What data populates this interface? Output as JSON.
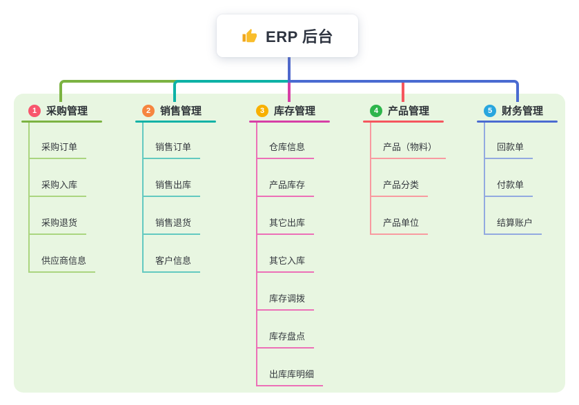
{
  "root": {
    "icon_name": "thumbs-up",
    "label": "ERP 后台"
  },
  "branches": [
    {
      "number": "1",
      "title": "采购管理",
      "badge_color": "#f8566d",
      "line_color": "#7cb342",
      "child_line_color": "#aad57f",
      "children": [
        "采购订单",
        "采购入库",
        "采购退货",
        "供应商信息"
      ]
    },
    {
      "number": "2",
      "title": "销售管理",
      "badge_color": "#f6853f",
      "line_color": "#0eb2a6",
      "child_line_color": "#62c9c0",
      "children": [
        "销售订单",
        "销售出库",
        "销售退货",
        "客户信息"
      ]
    },
    {
      "number": "3",
      "title": "库存管理",
      "badge_color": "#f8b000",
      "line_color": "#d63fa6",
      "child_line_color": "#ec6fb7",
      "children": [
        "仓库信息",
        "产品库存",
        "其它出库",
        "其它入库",
        "库存调拨",
        "库存盘点",
        "出库库明细"
      ]
    },
    {
      "number": "4",
      "title": "产品管理",
      "badge_color": "#2db54b",
      "line_color": "#f5565e",
      "child_line_color": "#f89aa0",
      "children": [
        "产品（物料）",
        "产品分类",
        "产品单位"
      ]
    },
    {
      "number": "5",
      "title": "财务管理",
      "badge_color": "#29a6de",
      "line_color": "#4a6bd1",
      "child_line_color": "#92a9e0",
      "children": [
        "回款单",
        "付款单",
        "结算账户"
      ]
    }
  ],
  "colors": {
    "canvas_bg": "#ffffff",
    "panel_bg": "#e8f6e1",
    "root_stem": "#4f68cd",
    "root_card_bg": "#ffffff",
    "icon_color": "#f6b125",
    "text": "#34383e"
  }
}
